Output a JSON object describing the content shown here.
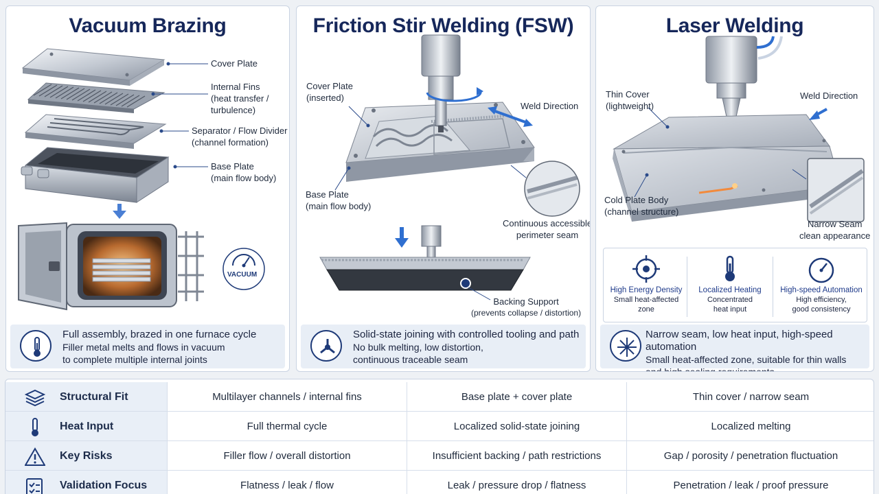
{
  "panels": {
    "vacuum": {
      "title": "Vacuum Brazing",
      "labels": {
        "cover_plate": "Cover Plate",
        "internal_fins": [
          "Internal Fins",
          "(heat transfer /",
          "turbulence)"
        ],
        "separator": [
          "Separator / Flow Divider",
          "(channel formation)"
        ],
        "base_plate": [
          "Base Plate",
          "(main flow body)"
        ],
        "vacuum_badge": "VACUUM"
      },
      "footer": {
        "line1": "Full assembly, brazed in one furnace cycle",
        "line2": "Filler metal melts and flows in vacuum",
        "line3": "to complete multiple internal joints",
        "icon": "thermometer-icon"
      }
    },
    "fsw": {
      "title": "Friction Stir Welding (FSW)",
      "labels": {
        "cover_plate": [
          "Cover Plate",
          "(inserted)"
        ],
        "weld_direction": "Weld Direction",
        "base_plate": [
          "Base Plate",
          "(main flow body)"
        ],
        "seam": [
          "Continuous accessible",
          "perimeter seam"
        ],
        "backing": [
          "Backing Support",
          "(prevents collapse / distortion)"
        ]
      },
      "footer": {
        "line1": "Solid-state joining with controlled tooling and path",
        "line2": "No bulk melting, low distortion,",
        "line3": "continuous traceable seam",
        "icon": "tri-node-icon"
      }
    },
    "laser": {
      "title": "Laser Welding",
      "labels": {
        "thin_cover": [
          "Thin Cover",
          "(lightweight)"
        ],
        "weld_direction": "Weld Direction",
        "cold_plate": [
          "Cold Plate Body",
          "(channel structure)"
        ],
        "narrow_seam": [
          "Narrow Seam",
          "clean appearance"
        ]
      },
      "features": [
        {
          "title": "High Energy Density",
          "lines": [
            "Small heat-affected zone"
          ],
          "icon": "crosshair-icon"
        },
        {
          "title": "Localized Heating",
          "lines": [
            "Concentrated",
            "heat input"
          ],
          "icon": "thermometer-icon"
        },
        {
          "title": "High-speed Automation",
          "lines": [
            "High efficiency,",
            "good consistency"
          ],
          "icon": "gauge-icon"
        }
      ],
      "footer": {
        "line1": "Narrow seam, low heat input, high-speed automation",
        "line2": "Small heat-affected zone, suitable for thin walls",
        "line3": "and high sealing requirements",
        "icon": "spark-icon"
      }
    }
  },
  "table": {
    "rows": [
      {
        "label": "Structural Fit",
        "icon": "layers-icon",
        "cells": [
          "Multilayer channels / internal fins",
          "Base plate + cover plate",
          "Thin cover / narrow seam"
        ]
      },
      {
        "label": "Heat Input",
        "icon": "thermometer-icon",
        "cells": [
          "Full thermal cycle",
          "Localized solid-state joining",
          "Localized melting"
        ]
      },
      {
        "label": "Key Risks",
        "icon": "warning-icon",
        "cells": [
          "Filler flow / overall distortion",
          "Insufficient backing / path restrictions",
          "Gap / porosity / penetration fluctuation"
        ]
      },
      {
        "label": "Validation Focus",
        "icon": "checklist-icon",
        "cells": [
          "Flatness / leak / flow",
          "Leak / pressure drop / flatness",
          "Penetration / leak / proof pressure"
        ]
      }
    ]
  }
}
